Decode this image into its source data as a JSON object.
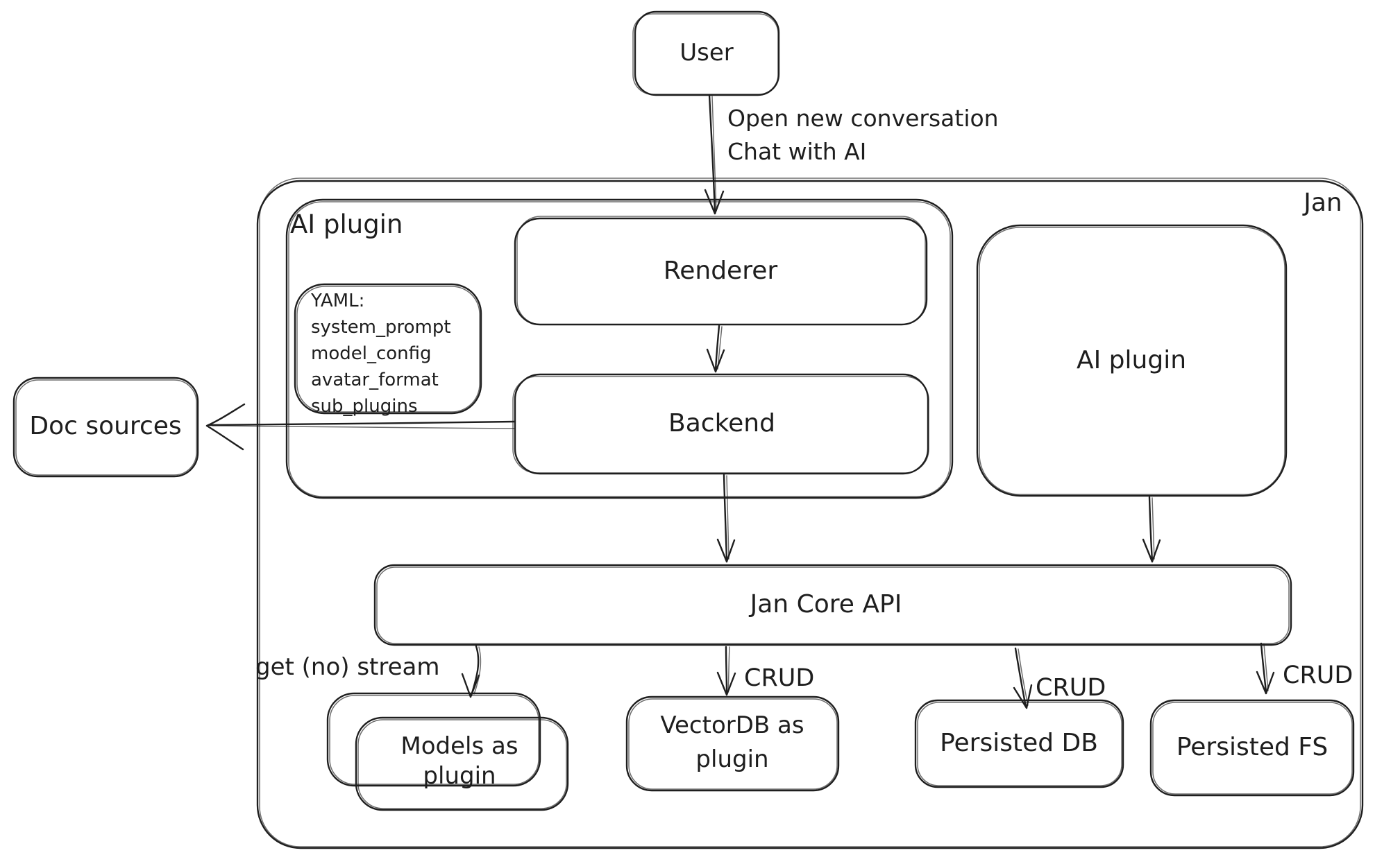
{
  "colors": {
    "stroke": "#1e1e1e",
    "background": "#ffffff"
  },
  "nodes": {
    "user": {
      "label": "User"
    },
    "jan_container": {
      "label": "Jan"
    },
    "ai_plugin_container": {
      "label": "AI plugin"
    },
    "yaml_note": {
      "lines": [
        "YAML:",
        "system_prompt",
        "model_config",
        "avatar_format",
        "sub_plugins"
      ]
    },
    "renderer": {
      "label": "Renderer"
    },
    "backend": {
      "label": "Backend"
    },
    "ai_plugin_right": {
      "label": "AI plugin"
    },
    "doc_sources": {
      "label": "Doc sources"
    },
    "jan_core_api": {
      "label": "Jan Core API"
    },
    "models_as_plugin": {
      "lines": [
        "Models as",
        "plugin"
      ]
    },
    "vectordb_as_plugin": {
      "lines": [
        "VectorDB as",
        "plugin"
      ]
    },
    "persisted_db": {
      "label": "Persisted DB"
    },
    "persisted_fs": {
      "label": "Persisted FS"
    }
  },
  "edge_labels": {
    "user_flow": {
      "lines": [
        "Open new conversation",
        "Chat with AI"
      ]
    },
    "get_no_stream": "get (no) stream",
    "crud_vectordb": "CRUD",
    "crud_persisted_db": "CRUD",
    "crud_persisted_fs": "CRUD"
  }
}
